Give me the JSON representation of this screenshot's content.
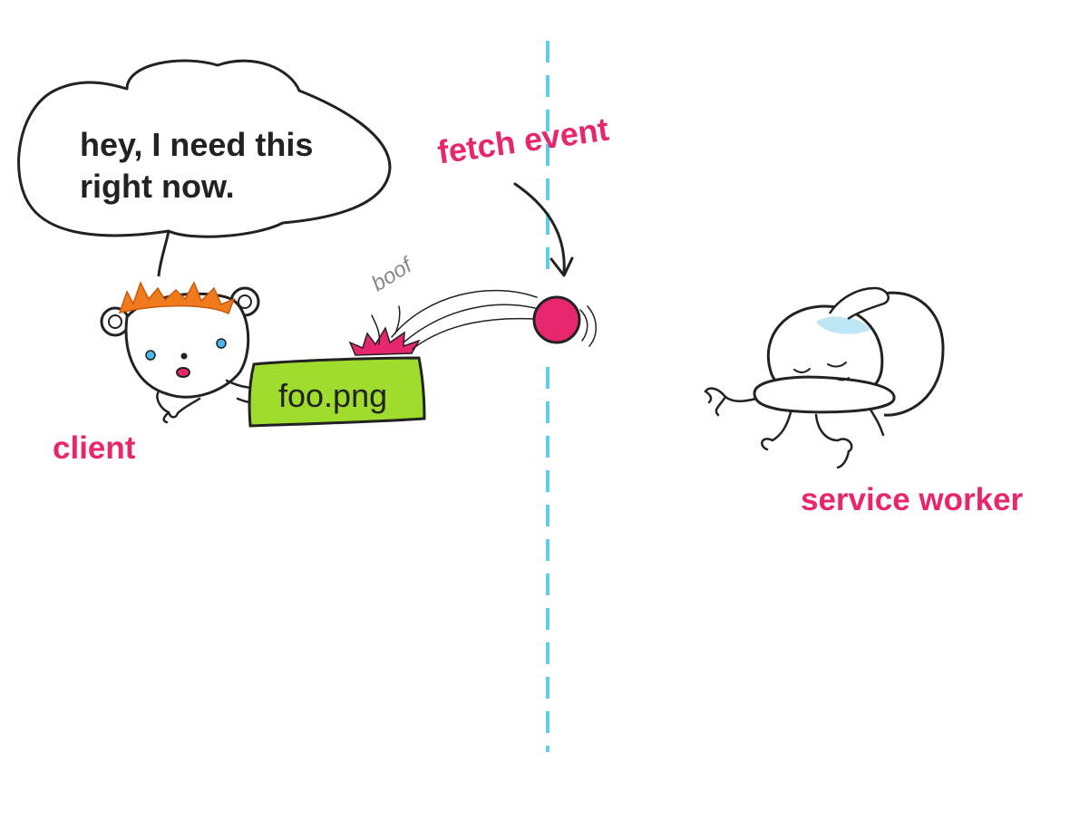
{
  "speech": {
    "lines": [
      "hey, I need this",
      "right now."
    ]
  },
  "labels": {
    "fetch_event": "fetch event",
    "boof": "boof",
    "file": "foo.png",
    "client": "client",
    "service_worker": "service worker"
  },
  "colors": {
    "accent_pink": "#e8266e",
    "boundary_blue": "#5bd0ea",
    "file_green": "#9fdc2e",
    "ink": "#222222",
    "hair_orange": "#f07a1c",
    "eye_blue": "#4ab7ea",
    "boof_gray": "#888888",
    "bowl_blue": "#bfe6f5"
  }
}
